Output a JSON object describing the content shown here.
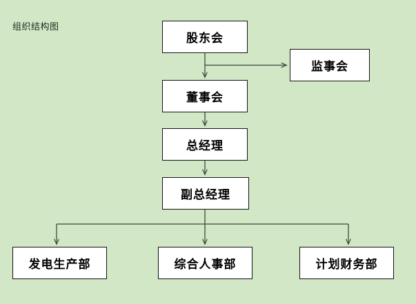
{
  "diagram": {
    "title": "组织结构图",
    "background_color": "#d2e7c6",
    "node_fill_color": "#ffffff",
    "node_border_color": "#111111",
    "connector_color": "#3b4a3b",
    "nodes": [
      {
        "id": "shareholders",
        "label": "股东会",
        "level": 1
      },
      {
        "id": "supervisors",
        "label": "监事会",
        "level": 1
      },
      {
        "id": "board",
        "label": "董事会",
        "level": 2
      },
      {
        "id": "gm",
        "label": "总经理",
        "level": 3
      },
      {
        "id": "deputy_gm",
        "label": "副总经理",
        "level": 4
      },
      {
        "id": "power",
        "label": "发电生产部",
        "level": 5
      },
      {
        "id": "hr",
        "label": "综合人事部",
        "level": 5
      },
      {
        "id": "finance",
        "label": "计划财务部",
        "level": 5
      }
    ],
    "edges": [
      {
        "from": "shareholders",
        "to": "supervisors",
        "arrow": true
      },
      {
        "from": "shareholders",
        "to": "board",
        "arrow": true
      },
      {
        "from": "board",
        "to": "gm",
        "arrow": true
      },
      {
        "from": "gm",
        "to": "deputy_gm",
        "arrow": true
      },
      {
        "from": "deputy_gm",
        "to": "power",
        "arrow": true
      },
      {
        "from": "deputy_gm",
        "to": "hr",
        "arrow": true
      },
      {
        "from": "deputy_gm",
        "to": "finance",
        "arrow": true
      }
    ]
  }
}
